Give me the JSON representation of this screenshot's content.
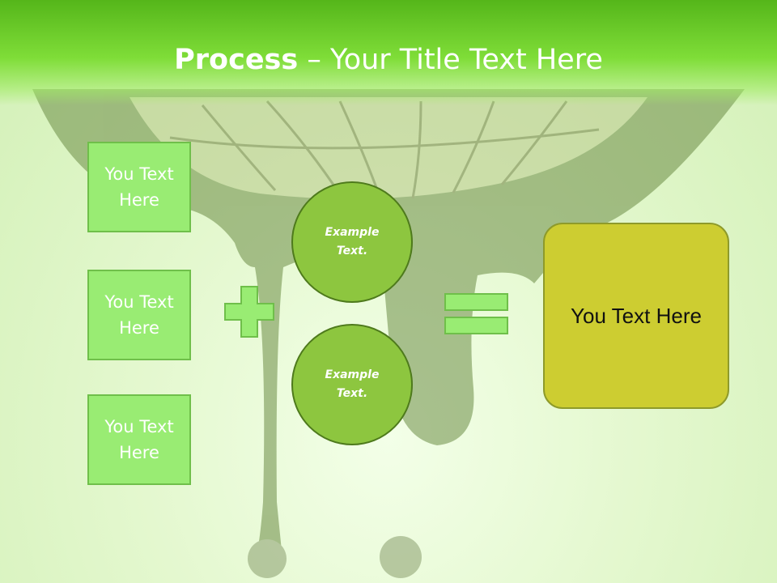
{
  "slide": {
    "title_bold": "Process",
    "title_rest": " – Your Title Text Here"
  },
  "inputs": [
    {
      "label": "You Text Here"
    },
    {
      "label": "You Text Here"
    },
    {
      "label": "You Text Here"
    }
  ],
  "circles": [
    {
      "label": "Example Text."
    },
    {
      "label": "Example Text."
    }
  ],
  "result": {
    "label": "You Text Here"
  },
  "colors": {
    "title_bar": "#6fd02a",
    "input_box": "#99ec73",
    "circle": "#8dc63f",
    "result_box": "#cdcd31",
    "operator": "#99ec73"
  }
}
